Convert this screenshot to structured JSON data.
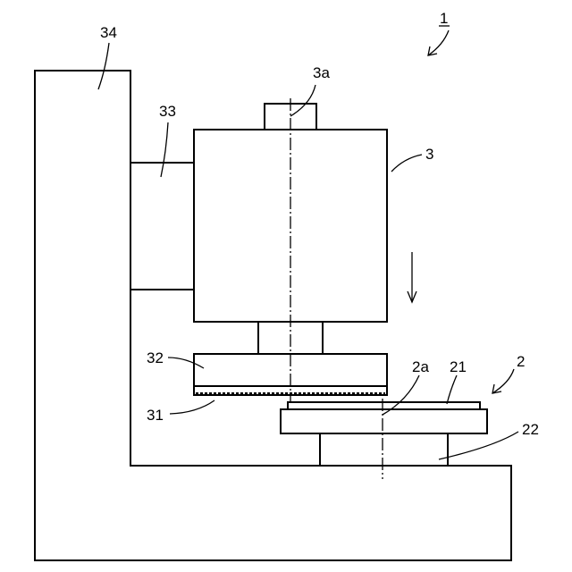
{
  "labels": {
    "device": "1",
    "chuck_table_unit": "2",
    "chuck_axis": "2a",
    "wafer": "21",
    "chuck_base": "22",
    "grinding_unit": "3",
    "spindle_axis": "3a",
    "grinding_wheel": "31",
    "wheel_mount": "32",
    "carriage": "33",
    "column": "34"
  }
}
